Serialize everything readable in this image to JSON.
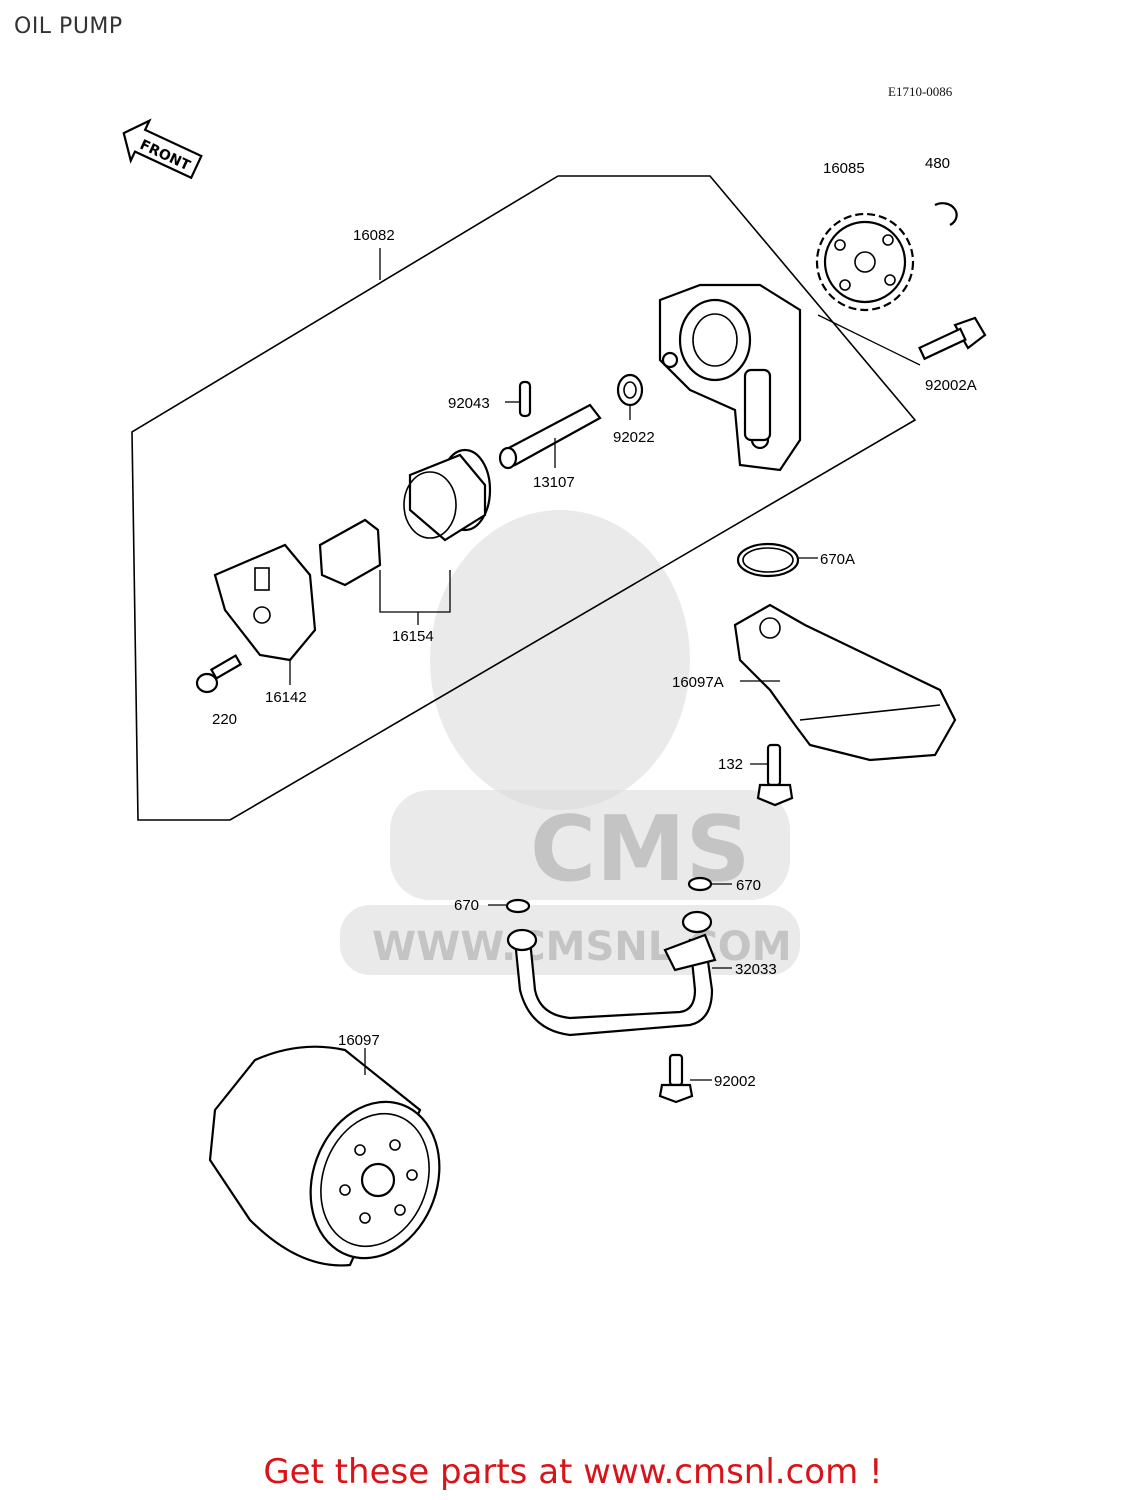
{
  "title": "OIL PUMP",
  "drawing_code": "E1710-0086",
  "front_arrow_label": "FRONT",
  "watermark": {
    "brand": "CMS",
    "url": "WWW.CMSNL.COM"
  },
  "footer": "Get these parts at www.cmsnl.com !",
  "parts": {
    "p16082": "16082",
    "p16085": "16085",
    "p480": "480",
    "p92002A": "92002A",
    "p92043": "92043",
    "p92022": "92022",
    "p13107": "13107",
    "p16154": "16154",
    "p16142": "16142",
    "p220": "220",
    "p670A": "670A",
    "p16097A": "16097A",
    "p132": "132",
    "p670a": "670",
    "p670b": "670",
    "p32033": "32033",
    "p16097": "16097",
    "p92002": "92002"
  },
  "colors": {
    "footer": "#d8141a",
    "watermark": "#d9d9d9"
  }
}
